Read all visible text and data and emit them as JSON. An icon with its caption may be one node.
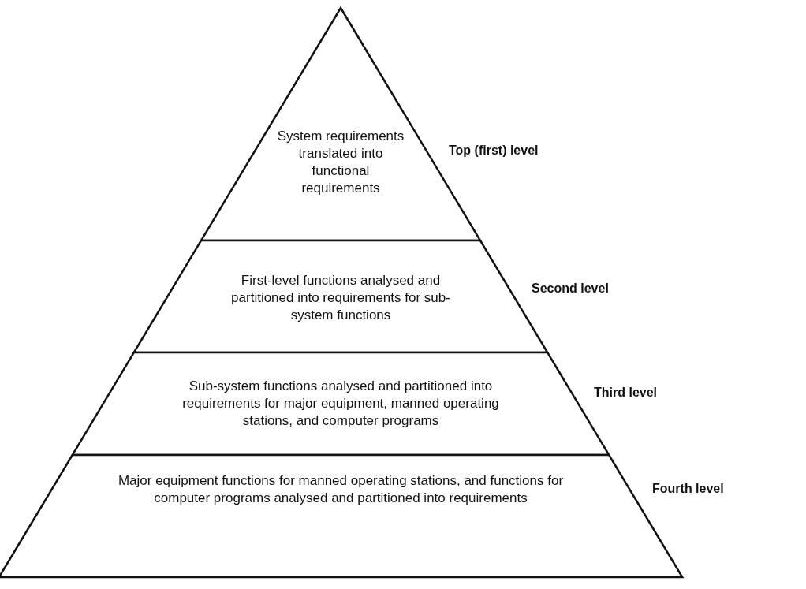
{
  "diagram": {
    "nodes": [
      {
        "text": [
          "System requirements translated into functional requirements"
        ],
        "beside": [
          "Top (first) level"
        ]
      },
      {
        "text": [
          "First-level functions analysed and partitioned into requirements for sub-system functions"
        ],
        "beside": [
          "Second level"
        ]
      },
      {
        "text": [
          "Sub-system functions analysed and partitioned into requirements for major equipment, manned operating stations, and computer programs"
        ],
        "beside": [
          "Third level"
        ]
      },
      {
        "text": [
          "Major equipment functions for manned operating stations, and functions for computer programs analysed and partitioned into requirements"
        ],
        "beside": [
          "Fourth level"
        ]
      }
    ],
    "edges": []
  }
}
